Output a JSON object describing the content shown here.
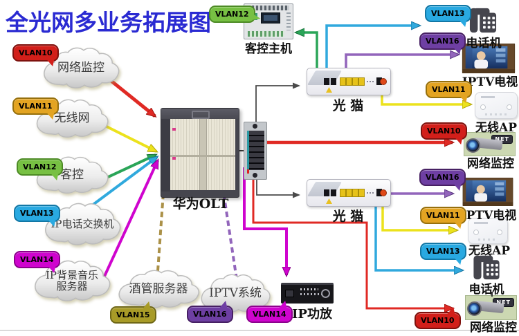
{
  "title": "全光网多业务拓展图",
  "vlan_colors": {
    "VLAN10": "#d21f1a",
    "VLAN11": "#e3a422",
    "VLAN12": "#77c043",
    "VLAN13": "#29a9e1",
    "VLAN14": "#cf04ce",
    "VLAN15": "#a89b27",
    "VLAN16": "#6e3fa3"
  },
  "left_sources": [
    {
      "vlan": "VLAN10",
      "label": "网络监控"
    },
    {
      "vlan": "VLAN11",
      "label": "无线网"
    },
    {
      "vlan": "VLAN12",
      "label": "客控"
    },
    {
      "vlan": "VLAN13",
      "label": "IP电话交换机"
    },
    {
      "vlan": "VLAN14",
      "label_line1": "IP背景音乐",
      "label_line2": "服务器"
    }
  ],
  "bottom_sources": [
    {
      "vlan": "VLAN15",
      "label": "酒管服务器"
    },
    {
      "vlan": "VLAN16",
      "label": "IPTV系统"
    }
  ],
  "guest_control_host": {
    "vlan": "VLAN12",
    "label": "客控主机"
  },
  "olt": {
    "label": "华为OLT"
  },
  "modem1": {
    "label": "光  猫"
  },
  "modem2": {
    "label": "光  猫"
  },
  "ip_amplifier": {
    "vlan": "VLAN14",
    "label": "IP功放"
  },
  "room1": [
    {
      "vlan": "VLAN13",
      "label": "电话机"
    },
    {
      "vlan": "VLAN16",
      "label": "IPTV电视"
    },
    {
      "vlan": "VLAN11",
      "label": "无线AP"
    },
    {
      "vlan": "VLAN10",
      "label": "网络监控"
    }
  ],
  "room2": [
    {
      "vlan": "VLAN16",
      "label": "IPTV电视"
    },
    {
      "vlan": "VLAN11",
      "label": "无线AP"
    },
    {
      "vlan": "VLAN13",
      "label": "电话机"
    },
    {
      "vlan": "VLAN10",
      "label": "网络监控"
    }
  ],
  "camera_badge_label": "NET"
}
